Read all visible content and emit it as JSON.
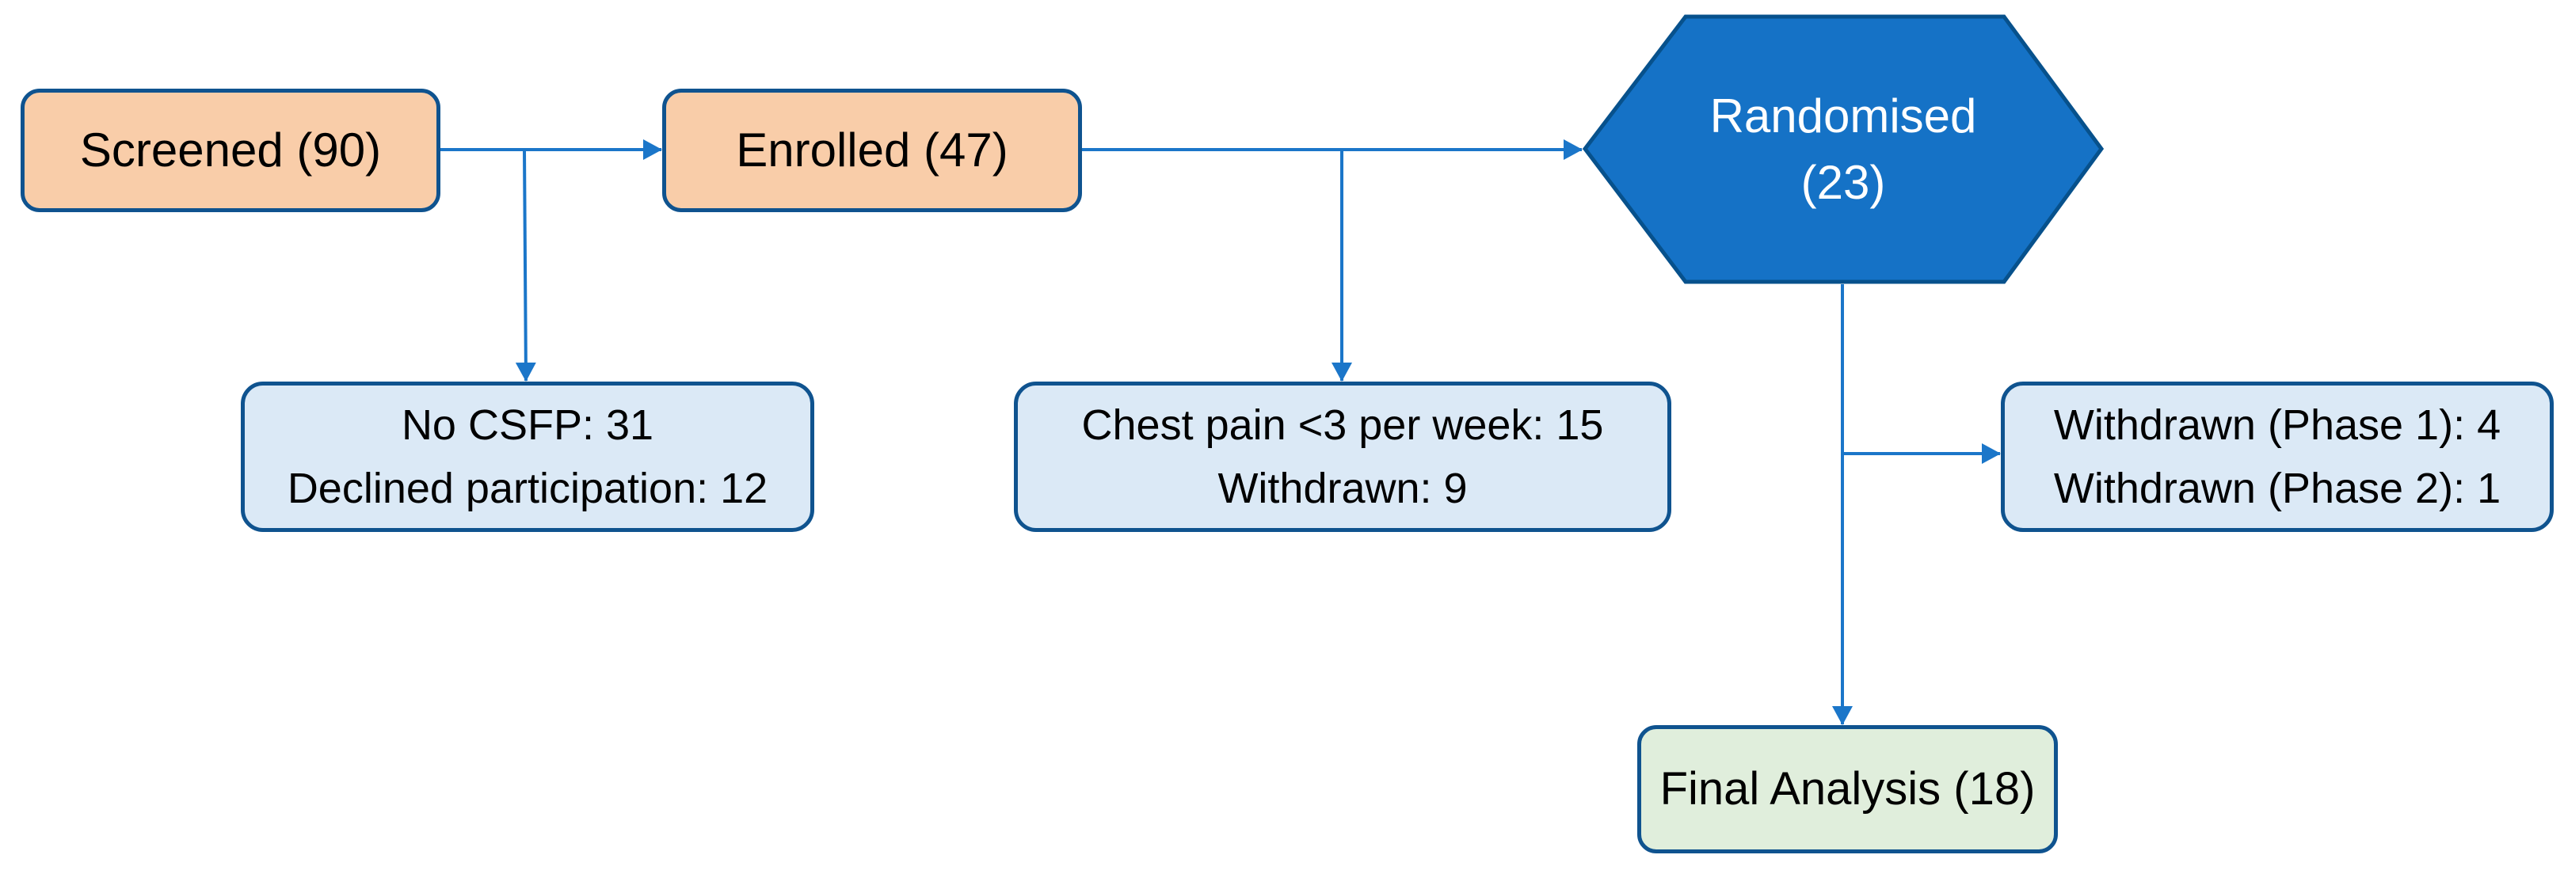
{
  "diagram": {
    "nodes": {
      "screened": {
        "label": "Screened (90)"
      },
      "enrolled": {
        "label": "Enrolled (47)"
      },
      "randomised": {
        "line1": "Randomised",
        "line2": "(23)"
      },
      "screen_exclusions": {
        "line1": "No CSFP: 31",
        "line2": "Declined participation: 12"
      },
      "enrol_exclusions": {
        "line1": "Chest pain <3 per week: 15",
        "line2": "Withdrawn: 9"
      },
      "withdrawals": {
        "line1": "Withdrawn (Phase 1): 4",
        "line2": "Withdrawn (Phase 2): 1"
      },
      "final_analysis": {
        "label": "Final Analysis (18)"
      }
    },
    "colors": {
      "connector": "#1B76C9",
      "box_border": "#0F538F",
      "peach_fill": "#F9CDA9",
      "blue_fill": "#DBE9F6",
      "green_fill": "#E0EEDC",
      "hexagon_fill": "#1572C6",
      "hexagon_border": "#07518C",
      "text": "#000000",
      "hexagon_text": "#FFFFFF"
    }
  }
}
